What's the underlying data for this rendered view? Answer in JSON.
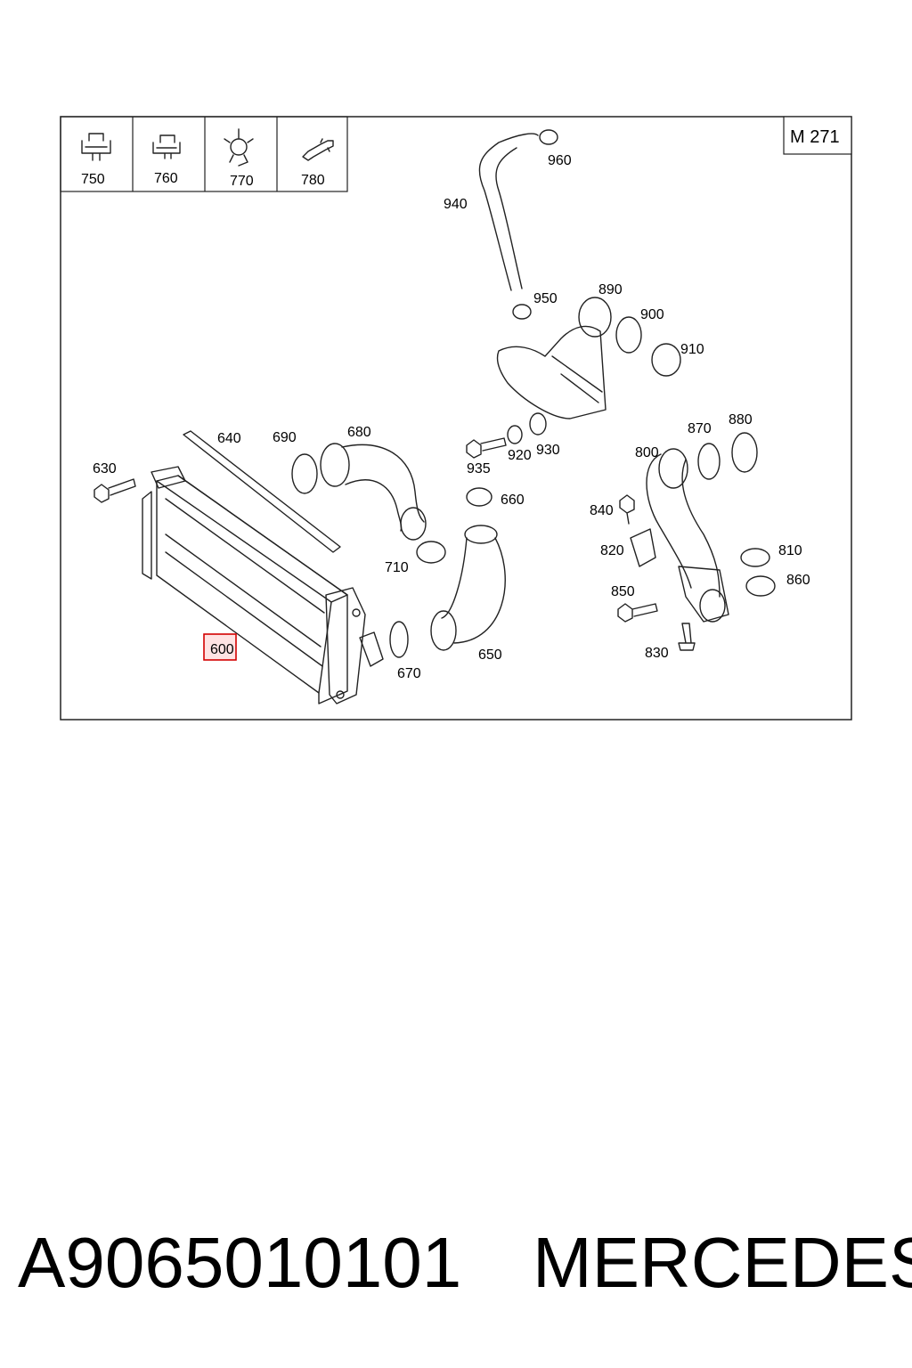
{
  "diagram": {
    "model_label": "M 271",
    "highlighted_part": "600",
    "legend_items": [
      {
        "label": "750",
        "icon": "clamp-bracket-icon"
      },
      {
        "label": "760",
        "icon": "clip-bracket-icon"
      },
      {
        "label": "770",
        "icon": "cable-tie-holder-icon"
      },
      {
        "label": "780",
        "icon": "connector-pin-icon"
      }
    ],
    "callouts": [
      "960",
      "940",
      "950",
      "890",
      "900",
      "910",
      "640",
      "690",
      "680",
      "630",
      "935",
      "920",
      "930",
      "660",
      "800",
      "870",
      "880",
      "840",
      "820",
      "810",
      "850",
      "860",
      "830",
      "710",
      "650",
      "670",
      "600"
    ],
    "colors": {
      "highlight_border": "#d40000",
      "highlight_fill": "#ffe3e3",
      "line": "#222222"
    }
  },
  "footer": {
    "part_number": "A9065010101",
    "brand": "MERCEDES"
  }
}
